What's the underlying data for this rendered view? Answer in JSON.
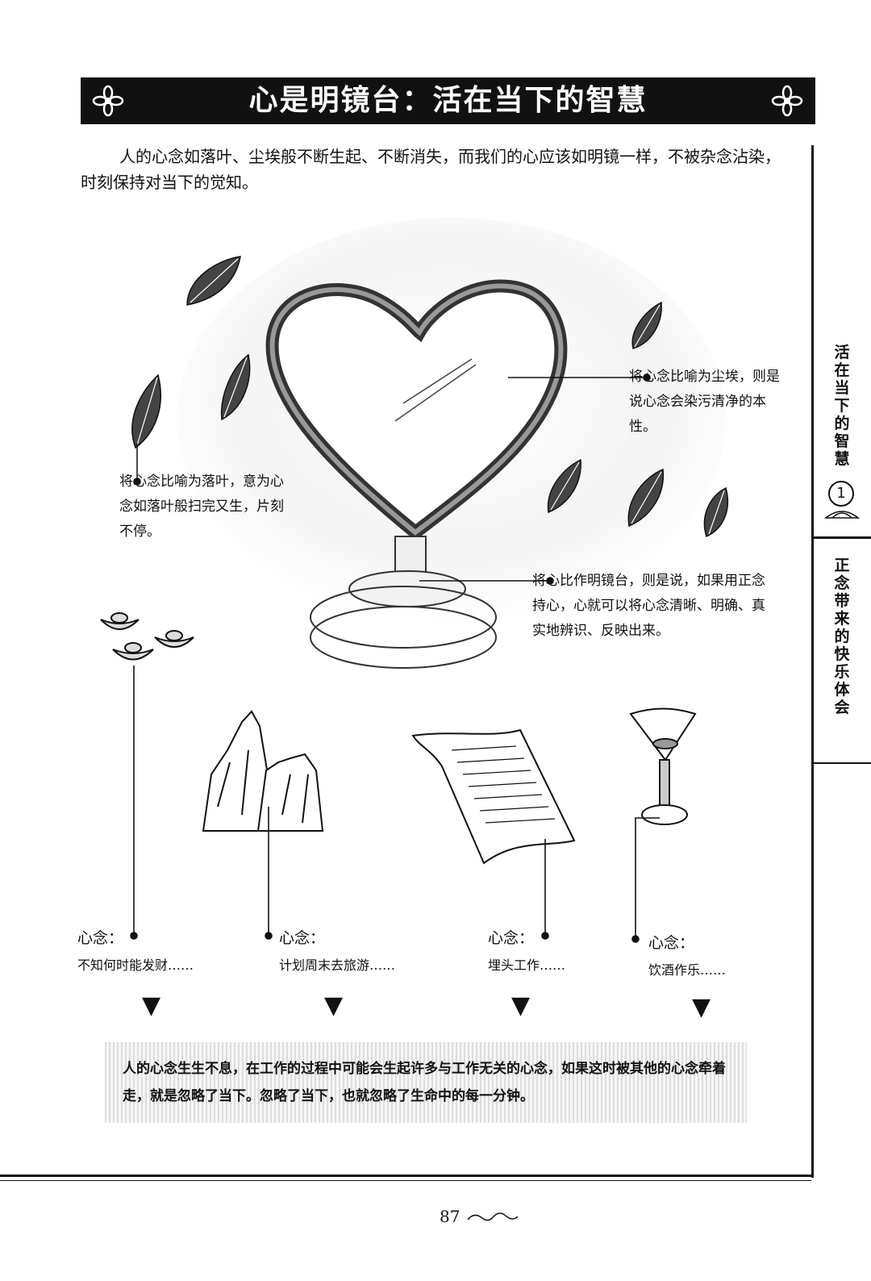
{
  "header": {
    "title": "心是明镜台：活在当下的智慧"
  },
  "intro": "人的心念如落叶、尘埃般不断生起、不断消失，而我们的心应该如明镜一样，不被杂念沾染，时刻保持对当下的觉知。",
  "callouts": {
    "dust": "将心念比喻为尘埃，则是说心念会染污清净的本性。",
    "leaves": "将心念比喻为落叶，意为心念如落叶般扫完又生，片刻不停。",
    "mirror": "将心比作明镜台，则是说，如果用正念持心，心就可以将心念清晰、明确、真实地辨识、反映出来。"
  },
  "thoughts": [
    {
      "head": "心念：",
      "body": "不知何时能发财……",
      "icon": "gold-ingot-icon"
    },
    {
      "head": "心念：",
      "body": "计划周末去旅游……",
      "icon": "mountain-icon"
    },
    {
      "head": "心念：",
      "body": "埋头工作……",
      "icon": "scroll-icon"
    },
    {
      "head": "心念：",
      "body": "饮酒作乐……",
      "icon": "wine-glass-icon"
    }
  ],
  "summary": "人的心念生生不息，在工作的过程中可能会生起许多与工作无关的心念，如果这时被其他的心念牵着走，就是忽略了当下。忽略了当下，也就忽略了生命中的每一分钟。",
  "sidebar": {
    "section": "活在当下的智慧",
    "chapter_number": "1",
    "chapter_title": "正念带来的快乐体会"
  },
  "footer": {
    "page_number": "87"
  }
}
